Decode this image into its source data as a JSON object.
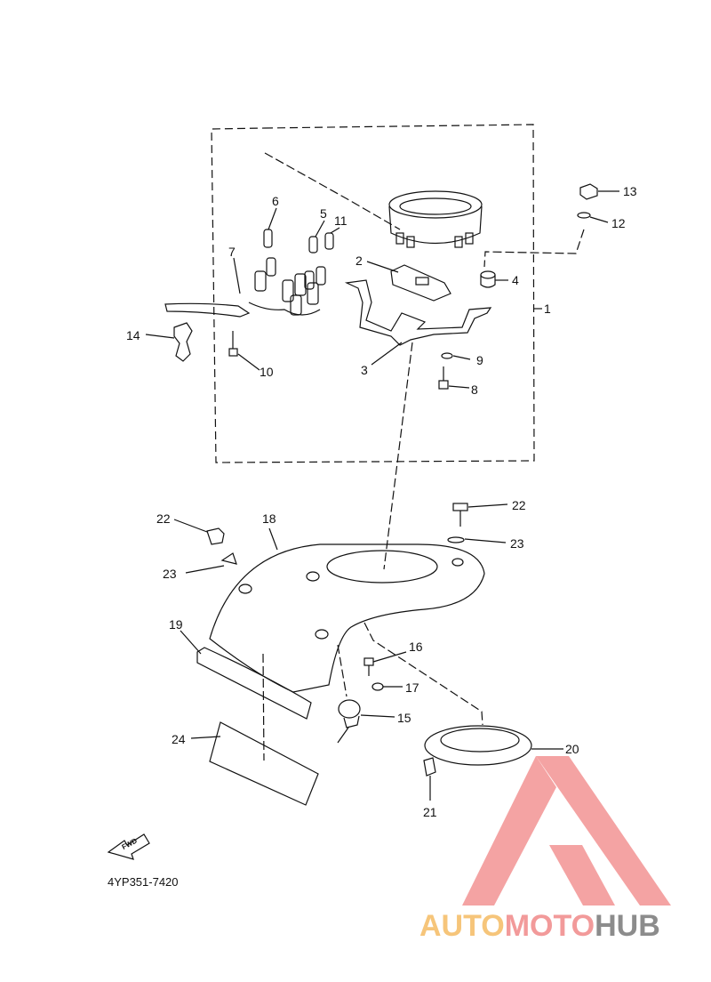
{
  "diagram": {
    "part_code": "4YP351-7420",
    "fwd_label": "FWD",
    "callouts": [
      "1",
      "2",
      "3",
      "4",
      "5",
      "6",
      "7",
      "8",
      "9",
      "10",
      "11",
      "12",
      "13",
      "14",
      "15",
      "16",
      "17",
      "18",
      "19",
      "20",
      "21",
      "22",
      "23",
      "24"
    ]
  },
  "watermark": {
    "part1": "AUTO",
    "part2": "MOTO",
    "part3": "HUB",
    "colors": {
      "auto": "#f6c57a",
      "moto": "#f29a9a",
      "hub": "#8c8c8c",
      "logo": "#f4a3a3"
    }
  }
}
